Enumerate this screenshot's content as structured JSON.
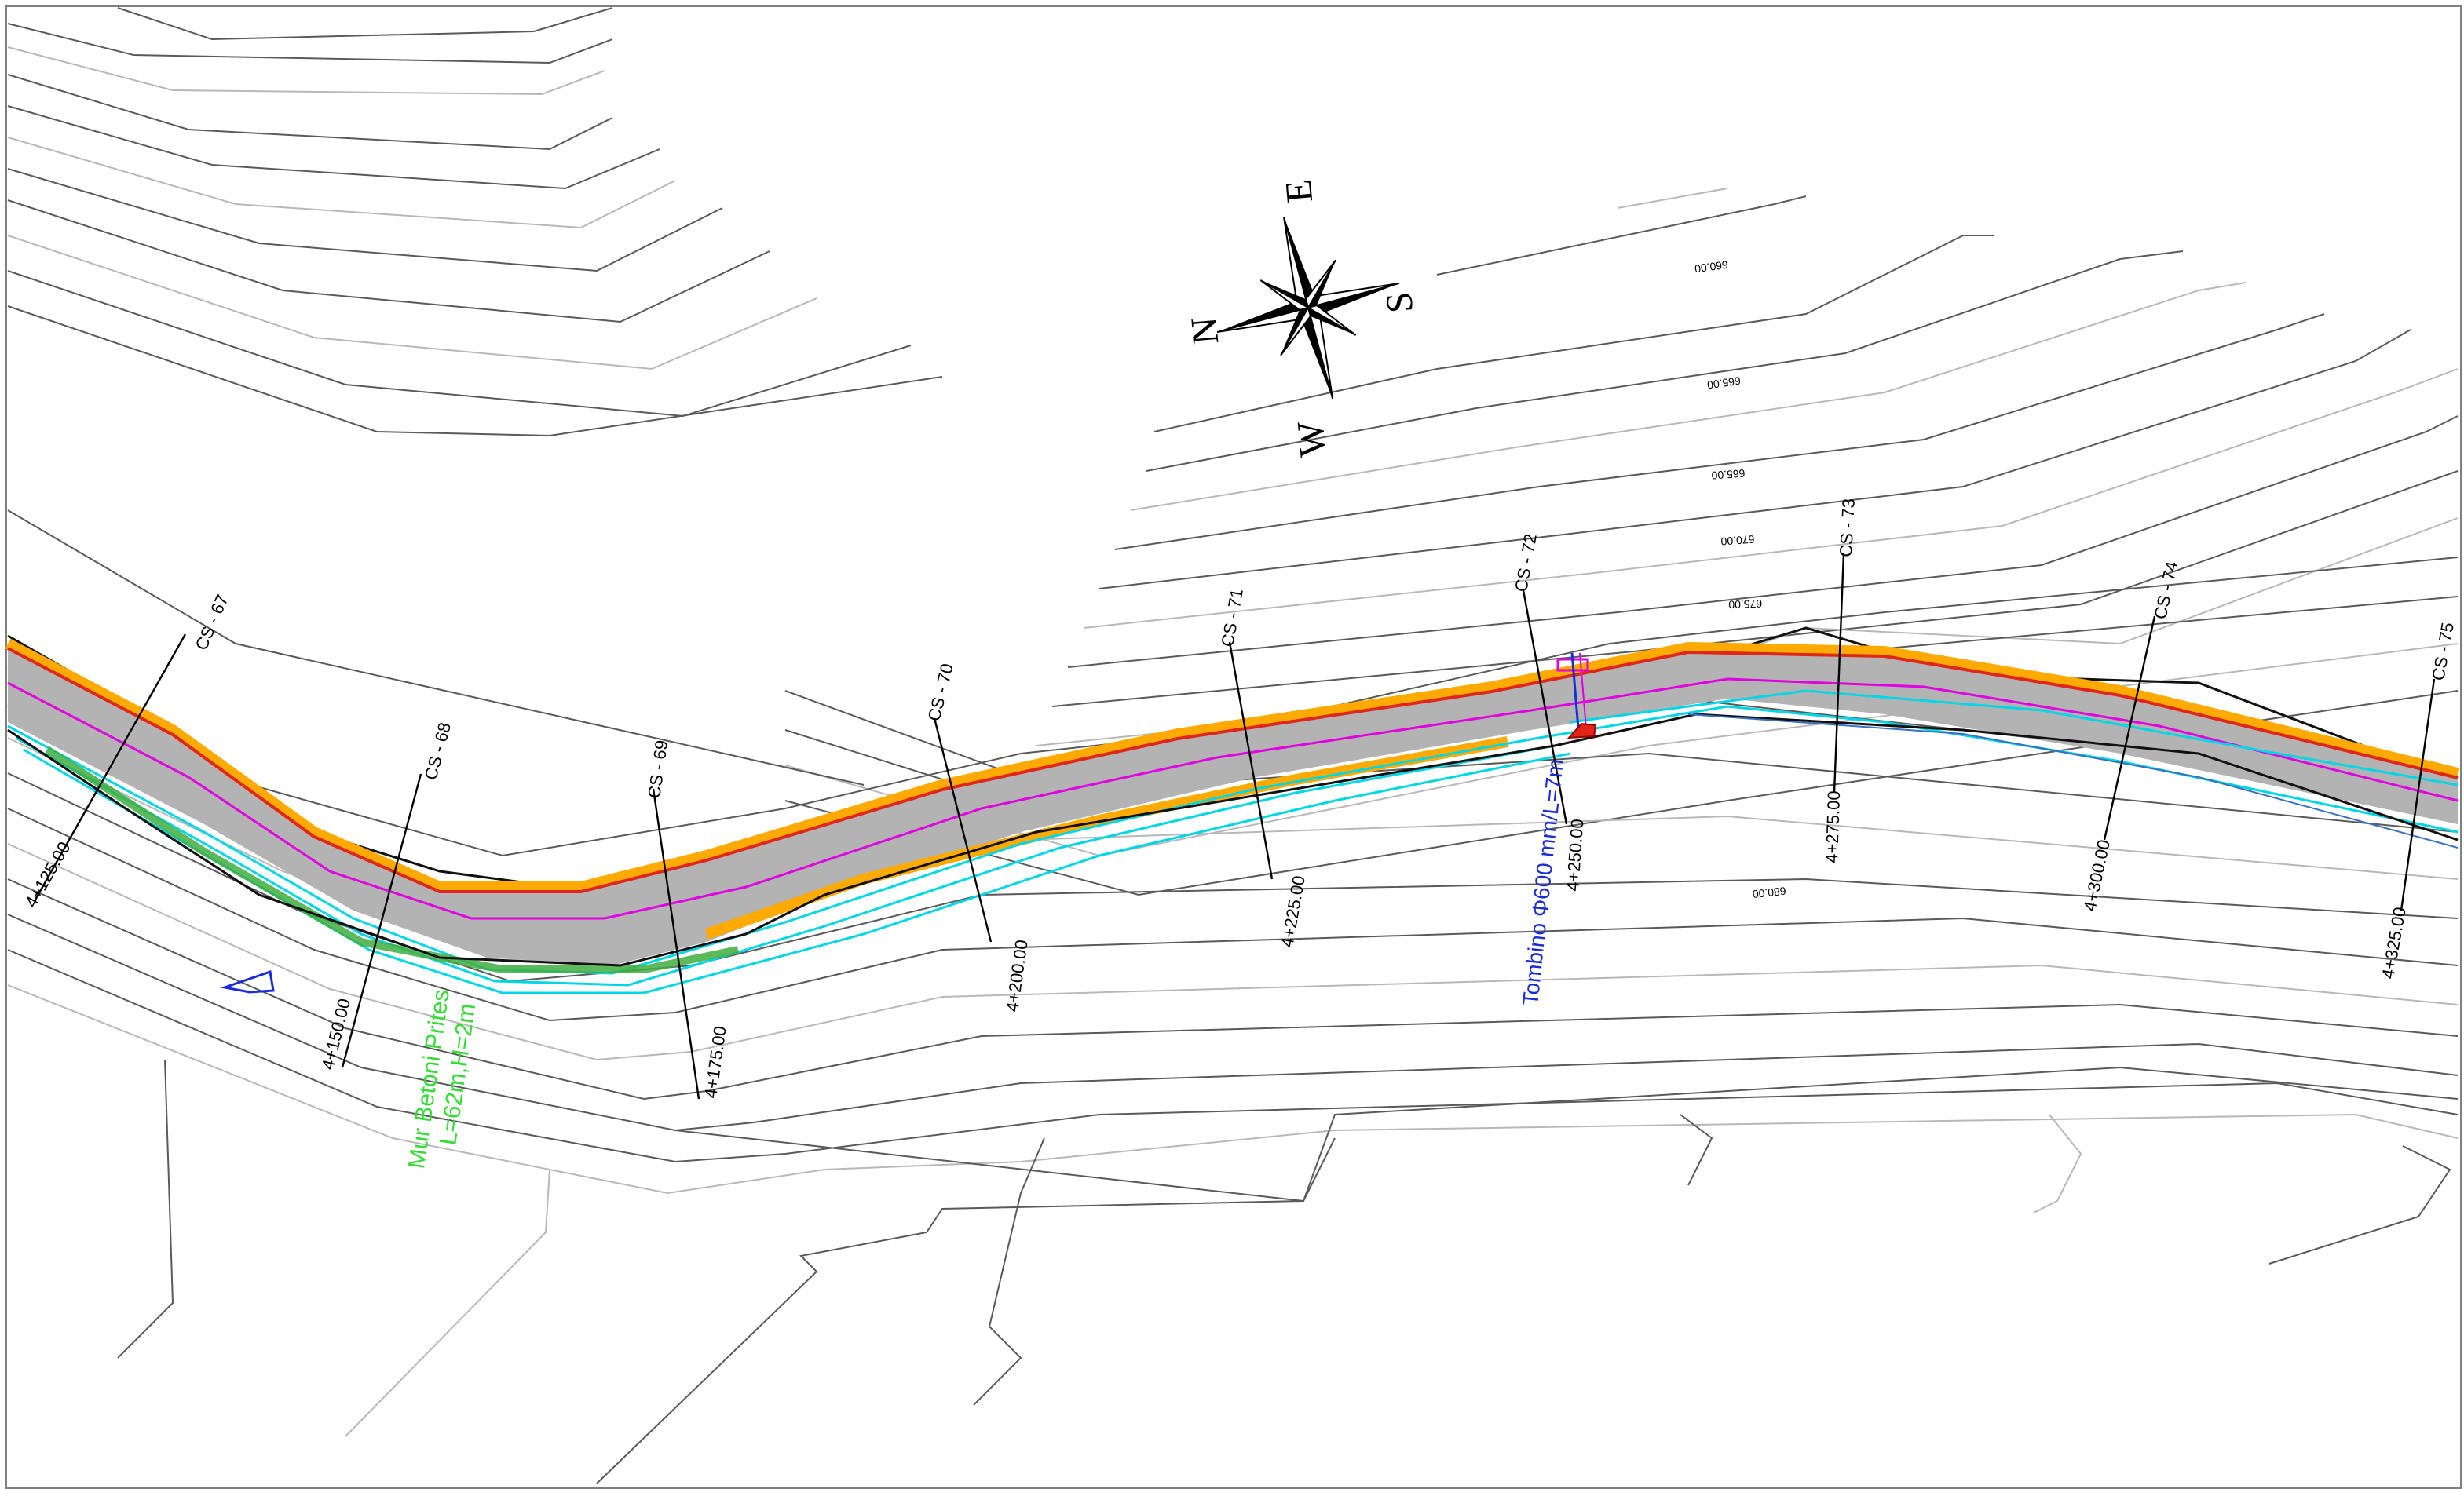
{
  "compass": {
    "north": "N",
    "east": "E",
    "south": "S",
    "west": "W"
  },
  "cross_sections": [
    "CS - 67",
    "CS - 68",
    "CS - 69",
    "CS - 70",
    "CS - 71",
    "CS - 72",
    "CS - 73",
    "CS - 74",
    "CS - 75"
  ],
  "stations": [
    "4+125.00",
    "4+150.00",
    "4+175.00",
    "4+200.00",
    "4+225.00",
    "4+250.00",
    "4+275.00",
    "4+300.00",
    "4+325.00"
  ],
  "contour_labels": [
    "660.00",
    "665.00",
    "665.00",
    "670.00",
    "675.00",
    "680.00"
  ],
  "notes": {
    "retaining_wall_line1": "Mur Betoni Prites",
    "retaining_wall_line2": "L=62m,H=2m",
    "culvert": "Tombino Φ600 mm/L=7m"
  },
  "colors": {
    "road_surface": "#b3b3b3",
    "edge_orange": "#ffaa00",
    "edge_red": "#e0261a",
    "centerline": "#e000e0",
    "cyan": "#00d7e6",
    "green_note": "#33dd33",
    "blue_note": "#1a2bd8"
  }
}
